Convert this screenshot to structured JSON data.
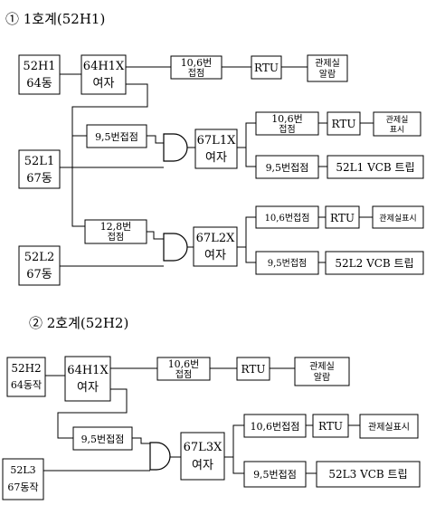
{
  "section1": {
    "title": "① 1호계(52H1)",
    "box_52h1": [
      "52H1",
      "64동"
    ],
    "box_64h1x": [
      "64H1X",
      "여자"
    ],
    "box_106_top": [
      "10,6번",
      "접점"
    ],
    "box_rtu_top": "RTU",
    "box_alarm_top": [
      "관제실",
      "알람"
    ],
    "box_95_a": "9,5번접점",
    "box_52l1": [
      "52L1",
      "67동"
    ],
    "box_67l1x": [
      "67L1X",
      "여자"
    ],
    "box_106_b": [
      "10,6번",
      "접점"
    ],
    "box_rtu_b": "RTU",
    "box_display_b": [
      "관제실",
      "표시"
    ],
    "box_95_b": "9,5번접점",
    "box_trip_l1": "52L1 VCB 트립",
    "box_128": [
      "12,8번",
      "접점"
    ],
    "box_52l2": [
      "52L2",
      "67동"
    ],
    "box_67l2x": [
      "67L2X",
      "여자"
    ],
    "box_106_c": "10,6번접점",
    "box_rtu_c": "RTU",
    "box_display_c": "관제실표시",
    "box_95_c": "9,5번접점",
    "box_trip_l2": "52L2 VCB 트립"
  },
  "section2": {
    "title": "② 2호계(52H2)",
    "box_52h2": [
      "52H2",
      "64동작"
    ],
    "box_64h1x": [
      "64H1X",
      "여자"
    ],
    "box_106_top": [
      "10,6번",
      "접점"
    ],
    "box_rtu_top": "RTU",
    "box_alarm_top": [
      "관제실",
      "알람"
    ],
    "box_95_a": "9,5번접점",
    "box_52l3": [
      "52L3",
      "67동작"
    ],
    "box_67l3x": [
      "67L3X",
      "여자"
    ],
    "box_106_b": "10,6번접점",
    "box_rtu_b": "RTU",
    "box_display_b": "관제실표시",
    "box_95_b": "9,5번접점",
    "box_trip_l3": "52L3 VCB 트립"
  }
}
